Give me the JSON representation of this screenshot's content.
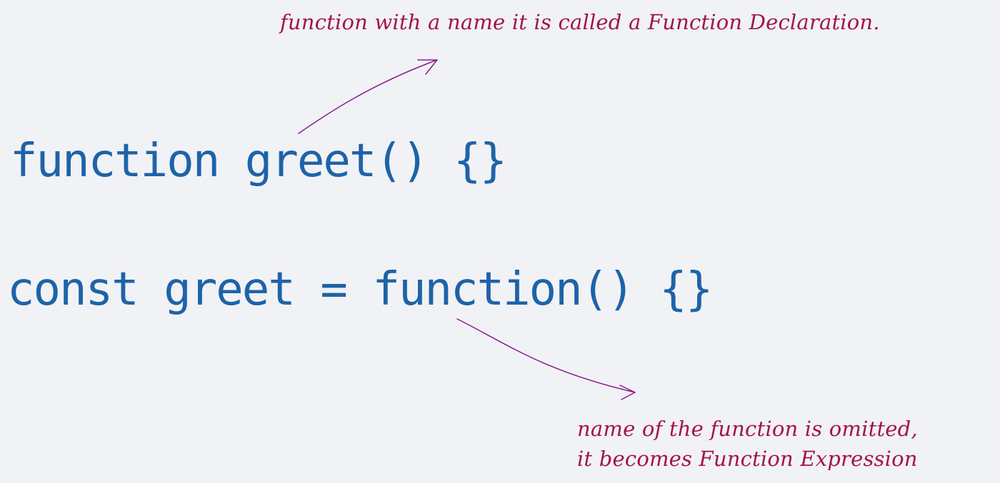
{
  "code": {
    "declaration": "function greet() {}",
    "expression": "const greet = function() {}"
  },
  "annotations": {
    "declaration_note": "function with a name it is called a Function Declaration.",
    "expression_note_line1": "name of the function is omitted,",
    "expression_note_line2": "it becomes Function Expression"
  },
  "colors": {
    "background": "#f1f2f5",
    "code": "#1e63a8",
    "note": "#a3124e",
    "arrow": "#8a1a91"
  }
}
